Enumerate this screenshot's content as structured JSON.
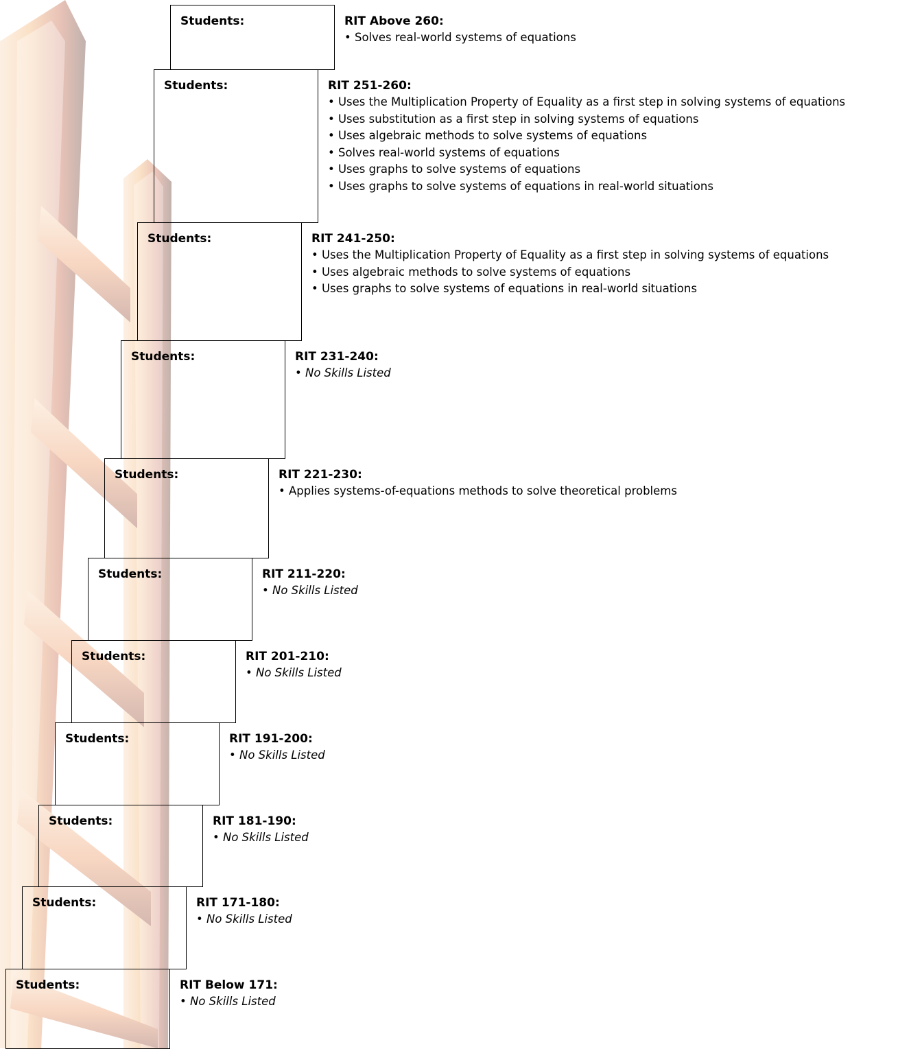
{
  "students_label": "Students:",
  "ladder_colors": {
    "dark": "#3a0e00",
    "red": "#b8401c",
    "orange": "#f0a050",
    "light": "#f7d0a8"
  },
  "levels": [
    {
      "rit": "RIT Above 260:",
      "skills": [
        "• Solves real-world systems of equations"
      ],
      "none": false
    },
    {
      "rit": "RIT 251-260:",
      "skills": [
        "• Uses the Multiplication Property of Equality as a first step in solving systems of equations",
        "• Uses substitution as a first step in solving systems of equations",
        "• Uses algebraic methods to solve systems of equations",
        "• Solves real-world systems of equations",
        "• Uses graphs to solve systems of equations",
        "• Uses graphs to solve systems of equations in real-world situations"
      ],
      "none": false
    },
    {
      "rit": "RIT 241-250:",
      "skills": [
        "• Uses the Multiplication Property of Equality as a first step in solving systems of equations",
        "• Uses algebraic methods to solve systems of equations",
        "• Uses graphs to solve systems of equations in real-world situations"
      ],
      "none": false
    },
    {
      "rit": "RIT 231-240:",
      "skills": [
        "• No Skills Listed"
      ],
      "none": true
    },
    {
      "rit": "RIT 221-230:",
      "skills": [
        "• Applies systems-of-equations methods to solve theoretical problems"
      ],
      "none": false
    },
    {
      "rit": "RIT 211-220:",
      "skills": [
        "• No Skills Listed"
      ],
      "none": true
    },
    {
      "rit": "RIT 201-210:",
      "skills": [
        "• No Skills Listed"
      ],
      "none": true
    },
    {
      "rit": "RIT 191-200:",
      "skills": [
        "• No Skills Listed"
      ],
      "none": true
    },
    {
      "rit": "RIT 181-190:",
      "skills": [
        "• No Skills Listed"
      ],
      "none": true
    },
    {
      "rit": "RIT 171-180:",
      "skills": [
        "• No Skills Listed"
      ],
      "none": true
    },
    {
      "rit": "RIT Below 171:",
      "skills": [
        "• No Skills Listed"
      ],
      "none": true
    }
  ]
}
